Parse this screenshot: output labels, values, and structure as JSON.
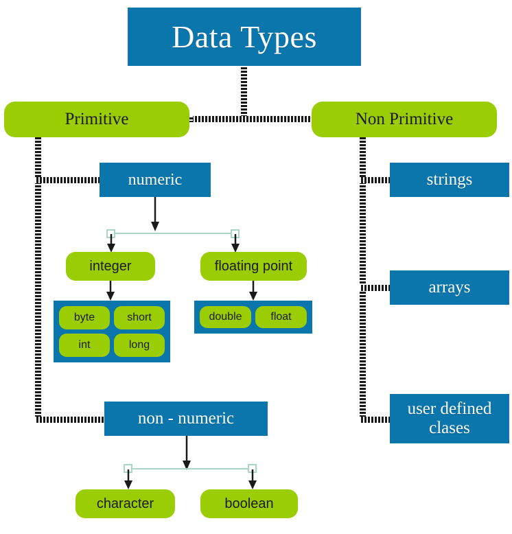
{
  "diagram": {
    "title": "Data Types",
    "palette": {
      "blue": "#0b76ac",
      "green": "#9acd04",
      "teal_connector": "#a8d5c8",
      "connector_dark": "#1a1a1a",
      "background": "#ffffff",
      "blue_text": "#ffffff",
      "green_text": "#1a1a1a"
    },
    "nodes": {
      "title": "Data Types",
      "primitive": "Primitive",
      "non_primitive": "Non Primitive",
      "numeric": "numeric",
      "non_numeric": "non - numeric",
      "strings": "strings",
      "arrays": "arrays",
      "user_defined_line1": "user defined",
      "user_defined_line2": "clases",
      "integer": "integer",
      "floating_point": "floating point",
      "character": "character",
      "boolean": "boolean"
    },
    "integer_types": [
      "byte",
      "short",
      "int",
      "long"
    ],
    "float_types": [
      "double",
      "float"
    ],
    "edges": [
      {
        "from": "Data Types",
        "to": "Primitive",
        "style": "dashed"
      },
      {
        "from": "Data Types",
        "to": "Non Primitive",
        "style": "dashed"
      },
      {
        "from": "Primitive",
        "to": "numeric",
        "style": "dashed"
      },
      {
        "from": "Primitive",
        "to": "non - numeric",
        "style": "dashed"
      },
      {
        "from": "Non Primitive",
        "to": "strings",
        "style": "dashed"
      },
      {
        "from": "Non Primitive",
        "to": "arrays",
        "style": "dashed"
      },
      {
        "from": "Non Primitive",
        "to": "user defined clases",
        "style": "dashed"
      },
      {
        "from": "numeric",
        "to": "integer",
        "style": "arrow-split"
      },
      {
        "from": "numeric",
        "to": "floating point",
        "style": "arrow-split"
      },
      {
        "from": "integer",
        "to": "byte/short/int/long",
        "style": "arrow"
      },
      {
        "from": "floating point",
        "to": "double/float",
        "style": "arrow"
      },
      {
        "from": "non - numeric",
        "to": "character",
        "style": "arrow-split"
      },
      {
        "from": "non - numeric",
        "to": "boolean",
        "style": "arrow-split"
      }
    ]
  }
}
